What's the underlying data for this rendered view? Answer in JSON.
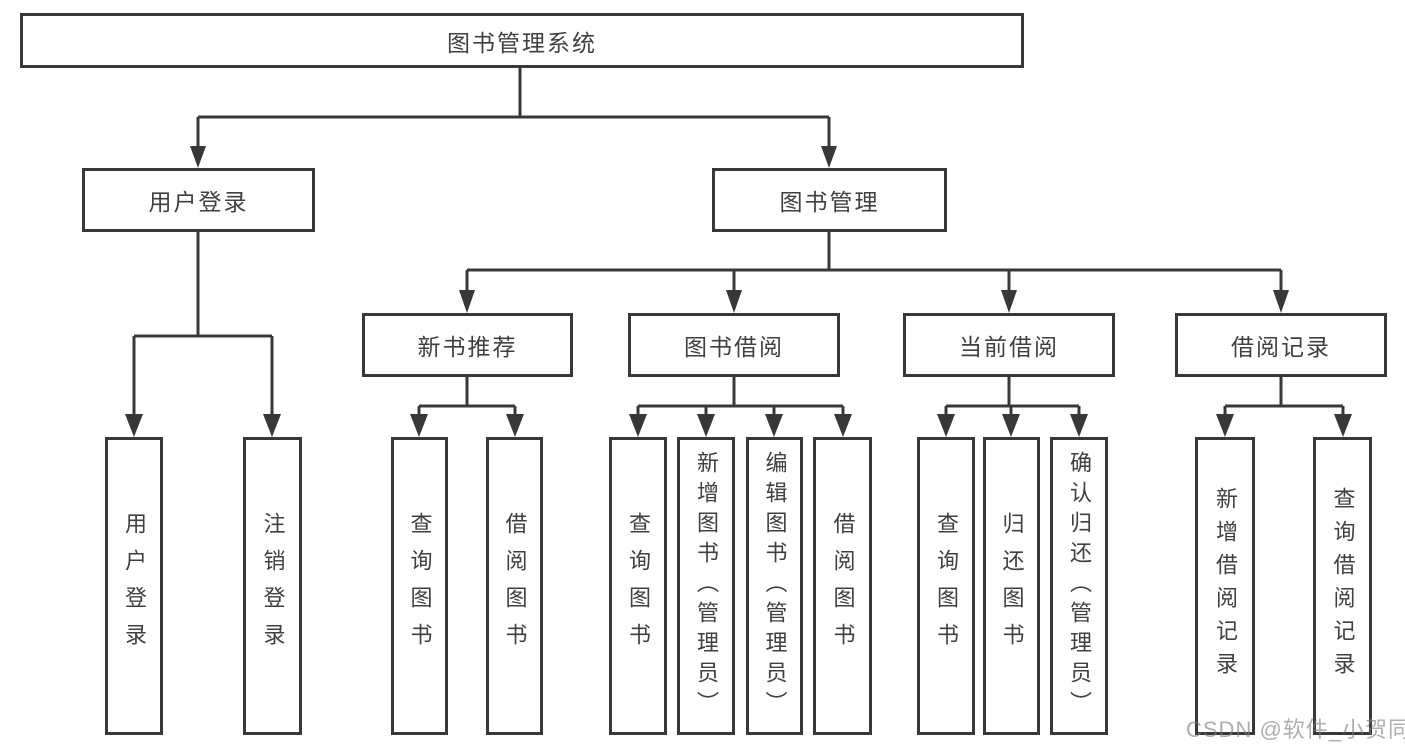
{
  "tree": {
    "root": "图书管理系统",
    "branches": [
      {
        "label": "用户登录",
        "leaves": [
          "用户登录",
          "注销登录"
        ]
      },
      {
        "label": "图书管理",
        "groups": [
          {
            "label": "新书推荐",
            "leaves": [
              "查询图书",
              "借阅图书"
            ]
          },
          {
            "label": "图书借阅",
            "leaves": [
              "查询图书",
              "新增图书（管理员）",
              "编辑图书（管理员）",
              "借阅图书"
            ]
          },
          {
            "label": "当前借阅",
            "leaves": [
              "查询图书",
              "归还图书",
              "确认归还（管理员）"
            ]
          },
          {
            "label": "借阅记录",
            "leaves": [
              "新增借阅记录",
              "查询借阅记录"
            ]
          }
        ]
      }
    ]
  },
  "watermark": {
    "text": "CSDN @软件_小贺同学"
  },
  "colors": {
    "line": "#383838",
    "text": "#404040",
    "background": "#ffffff",
    "watermark": "#7d7d7d"
  }
}
